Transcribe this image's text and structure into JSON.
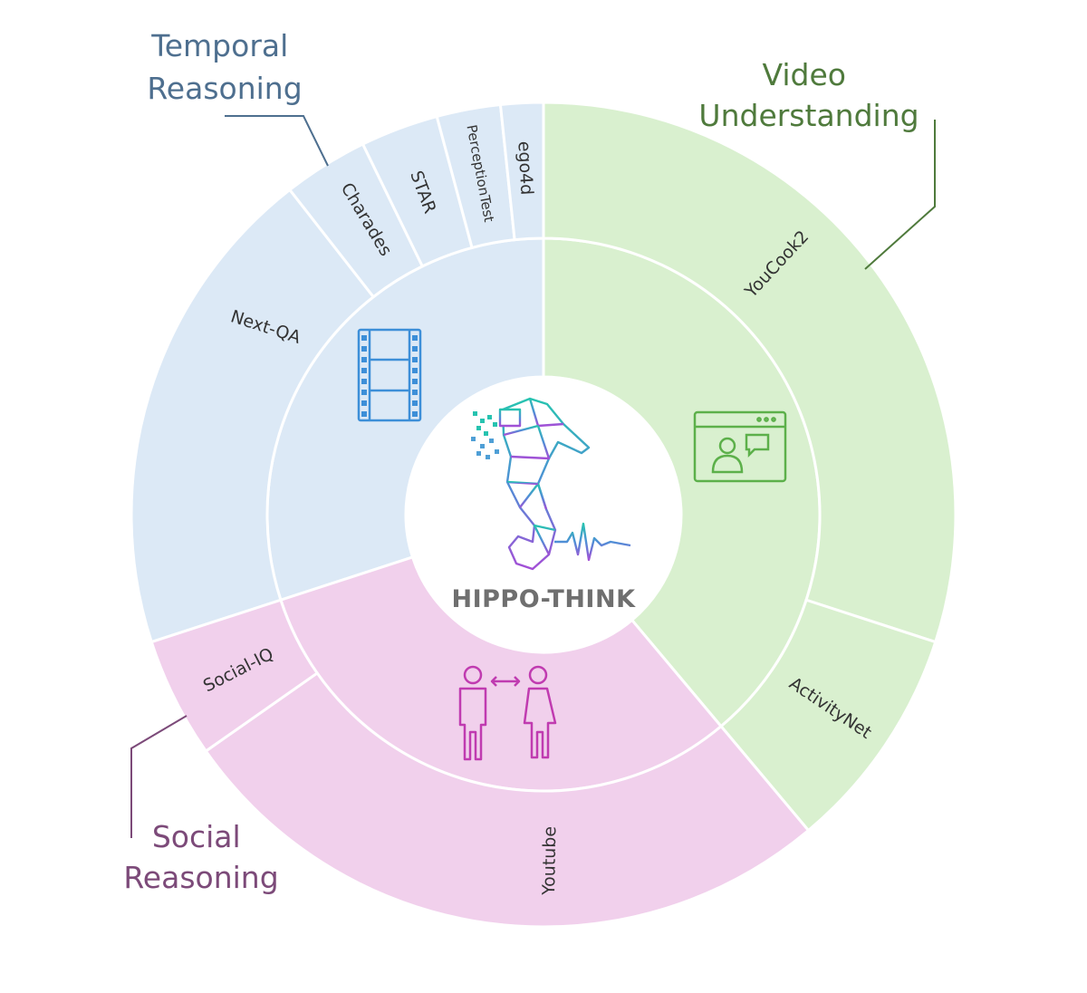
{
  "logo": {
    "text": "HIPPO-THINK",
    "icon": "seahorse-network-icon"
  },
  "colors": {
    "temporal_fill": "#dce9f6",
    "temporal_text": "#4e6f8f",
    "video_fill": "#d9f0cf",
    "video_text": "#4f7a3c",
    "social_fill": "#f1d0ec",
    "social_text": "#7c4a79",
    "film_icon": "#3d8fd8",
    "meeting_icon": "#5cb04a",
    "people_icon": "#c03bb0"
  },
  "categories": [
    {
      "name_lines": [
        "Temporal",
        "Reasoning"
      ],
      "color_key": "temporal",
      "icon": "film-strip-icon",
      "datasets": [
        "Next-QA",
        "Charades",
        "STAR",
        "PerceptionTest",
        "ego4d"
      ]
    },
    {
      "name_lines": [
        "Video",
        "Understanding"
      ],
      "color_key": "video",
      "icon": "video-meeting-icon",
      "datasets": [
        "YouCook2",
        "ActivityNet"
      ]
    },
    {
      "name_lines": [
        "Social",
        "Reasoning"
      ],
      "color_key": "social",
      "icon": "people-interaction-icon",
      "datasets": [
        "Youtube",
        "Social-IQ"
      ]
    }
  ]
}
